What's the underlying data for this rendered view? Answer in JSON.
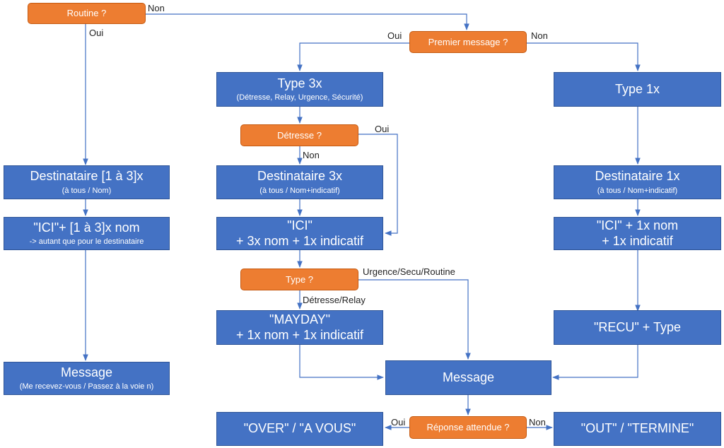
{
  "nodes": {
    "routine_q": "Routine ?",
    "premier_q": "Premier message ?",
    "type3x": {
      "title": "Type 3x",
      "sub": "(Détresse, Relay, Urgence, Sécurité)"
    },
    "type1x": "Type 1x",
    "detresse_q": "Détresse ?",
    "dest_13x": {
      "title": "Destinataire [1 à 3]x",
      "sub": "(à tous / Nom)"
    },
    "dest_3x": {
      "title": "Destinataire 3x",
      "sub": "(à tous / Nom+indicatif)"
    },
    "dest_1x": {
      "title": "Destinataire 1x",
      "sub": "(à tous / Nom+indicatif)"
    },
    "ici_13x": {
      "title": "\"ICI\"+ [1 à 3]x nom",
      "sub": "-> autant que pour le destinataire"
    },
    "ici_3x": {
      "line1": "\"ICI\"",
      "line2": "+ 3x nom + 1x indicatif"
    },
    "ici_1x": {
      "line1": "\"ICI\" + 1x nom",
      "line2": "+ 1x indicatif"
    },
    "type_q": "Type ?",
    "mayday": {
      "line1": "\"MAYDAY\"",
      "line2": "+ 1x nom + 1x indicatif"
    },
    "recu": "\"RECU\" + Type",
    "message_left": {
      "title": "Message",
      "sub": "(Me recevez-vous / Passez à la voie n)"
    },
    "message_center": "Message",
    "reponse_q": "Réponse attendue ?",
    "over": "\"OVER\" / \"A VOUS\"",
    "out": "\"OUT\" / \"TERMINE\""
  },
  "labels": {
    "routine_non": "Non",
    "routine_oui": "Oui",
    "premier_oui": "Oui",
    "premier_non": "Non",
    "detresse_oui": "Oui",
    "detresse_non": "Non",
    "type_urgence": "Urgence/Secu/Routine",
    "type_detresse": "Détresse/Relay",
    "reponse_oui": "Oui",
    "reponse_non": "Non"
  },
  "colors": {
    "process_fill": "#4472c4",
    "decision_fill": "#ed7d31",
    "connector": "#4472c4"
  }
}
